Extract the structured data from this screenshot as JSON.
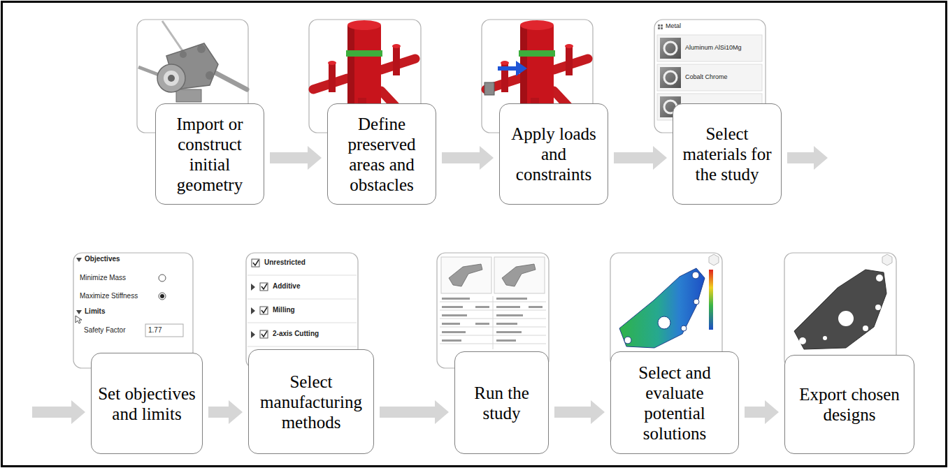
{
  "diagram": {
    "nodes": [
      {
        "text": [
          "Import or construct initial geometry"
        ]
      },
      {
        "text": [
          "Define preserved areas and obstacles"
        ]
      },
      {
        "text": [
          "Apply loads and constraints"
        ]
      },
      {
        "text": [
          "Select materials for the study"
        ]
      },
      {
        "text": [
          "Set objectives and limits"
        ]
      },
      {
        "text": [
          "Select manufacturing methods"
        ]
      },
      {
        "text": [
          "Run the study"
        ]
      },
      {
        "text": [
          "Select and evaluate potential solutions"
        ]
      },
      {
        "text": [
          "Export chosen designs"
        ]
      }
    ],
    "edges": [
      {
        "from": 0,
        "to": 1,
        "arrow": "to"
      },
      {
        "from": 1,
        "to": 2,
        "arrow": "to"
      },
      {
        "from": 2,
        "to": 3,
        "arrow": "to"
      },
      {
        "from": 3,
        "to": 4,
        "arrow": "to"
      },
      {
        "from": 4,
        "to": 5,
        "arrow": "to"
      },
      {
        "from": 5,
        "to": 6,
        "arrow": "to"
      },
      {
        "from": 6,
        "to": 7,
        "arrow": "to"
      },
      {
        "from": 7,
        "to": 8,
        "arrow": "to"
      }
    ],
    "labels": [
      "Metal",
      "Aluminum AlSi10Mg",
      "Cobalt Chrome",
      "Objectives",
      "Minimize Mass",
      "Maximize Stiffness",
      "Limits",
      "Safety Factor",
      "1.77",
      "Unrestricted",
      "Additive",
      "Milling",
      "2-axis Cutting"
    ]
  }
}
